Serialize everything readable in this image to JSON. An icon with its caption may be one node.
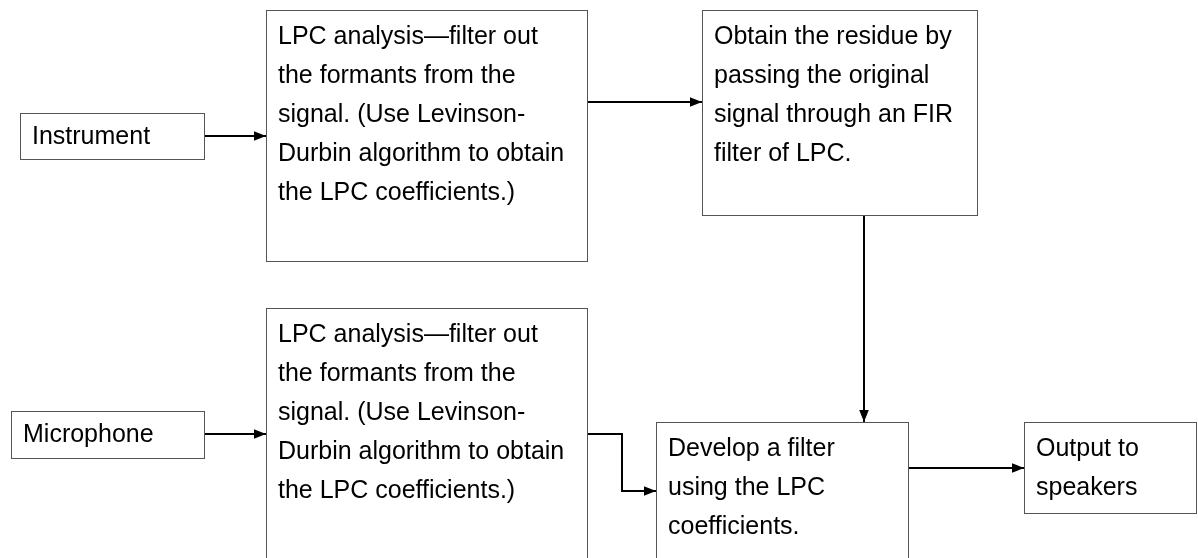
{
  "diagram": {
    "nodes": [
      {
        "text": [
          "Instrument"
        ]
      },
      {
        "text": [
          "LPC analysis—filter out the formants from the signal. (Use Levinson-Durbin algorithm to obtain the LPC coefficients.)"
        ]
      },
      {
        "text": [
          "Obtain the residue by passing the original signal through an FIR filter of LPC."
        ]
      },
      {
        "text": [
          "Microphone"
        ]
      },
      {
        "text": [
          "LPC analysis—filter out the formants from the signal. (Use Levinson-Durbin algorithm to obtain the LPC coefficients.)"
        ]
      },
      {
        "text": [
          "Develop a filter using the LPC coefficients."
        ]
      },
      {
        "text": [
          "Output to speakers"
        ]
      }
    ],
    "edges": [
      {
        "from": 0,
        "to": 1,
        "arrow": "to"
      },
      {
        "from": 1,
        "to": 2,
        "arrow": "to"
      },
      {
        "from": 2,
        "to": 5,
        "arrow": "to"
      },
      {
        "from": 3,
        "to": 4,
        "arrow": "to"
      },
      {
        "from": 4,
        "to": 5,
        "arrow": "to"
      },
      {
        "from": 5,
        "to": 6,
        "arrow": "to"
      }
    ]
  }
}
